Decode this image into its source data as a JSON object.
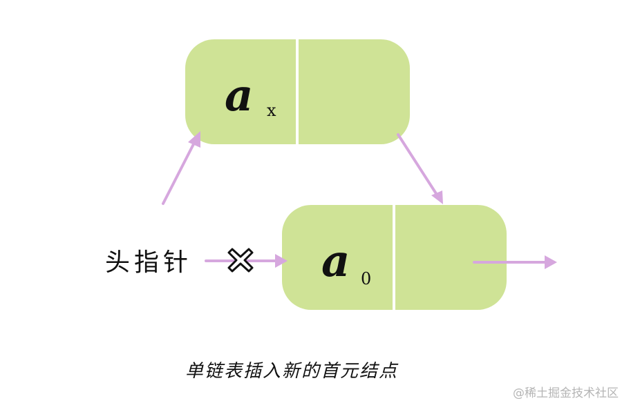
{
  "nodes": {
    "new_node": {
      "letter": "a",
      "subscript": "x"
    },
    "first_node": {
      "letter": "a",
      "subscript": "0"
    }
  },
  "head_pointer": {
    "label": "头指针"
  },
  "caption": "单链表插入新的首元结点",
  "watermark": "@稀土掘金技术社区",
  "colors": {
    "node_fill": "#cfe396",
    "arrow": "#d6a7de",
    "text": "#111111"
  },
  "icons": {
    "removed_link": "cross-icon"
  }
}
